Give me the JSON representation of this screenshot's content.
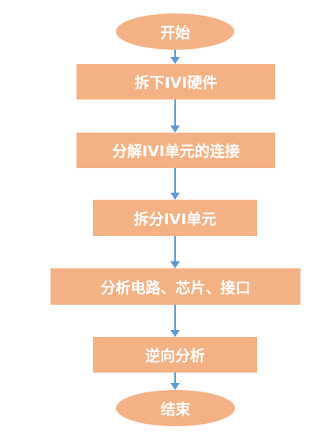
{
  "flowchart": {
    "nodes": [
      {
        "id": "start",
        "label": "开始",
        "shape": "terminal"
      },
      {
        "id": "step1",
        "label": "拆下IVI硬件",
        "shape": "process"
      },
      {
        "id": "step2",
        "label": "分解IVI单元的连接",
        "shape": "process"
      },
      {
        "id": "step3",
        "label": "拆分IVI单元",
        "shape": "process"
      },
      {
        "id": "step4",
        "label": "分析电路、芯片、接口",
        "shape": "process"
      },
      {
        "id": "step5",
        "label": "逆向分析",
        "shape": "process"
      },
      {
        "id": "end",
        "label": "结束",
        "shape": "terminal"
      }
    ],
    "colors": {
      "node_fill": "#f4b183",
      "node_text": "#ffffff",
      "arrow": "#5b9bd5"
    }
  }
}
